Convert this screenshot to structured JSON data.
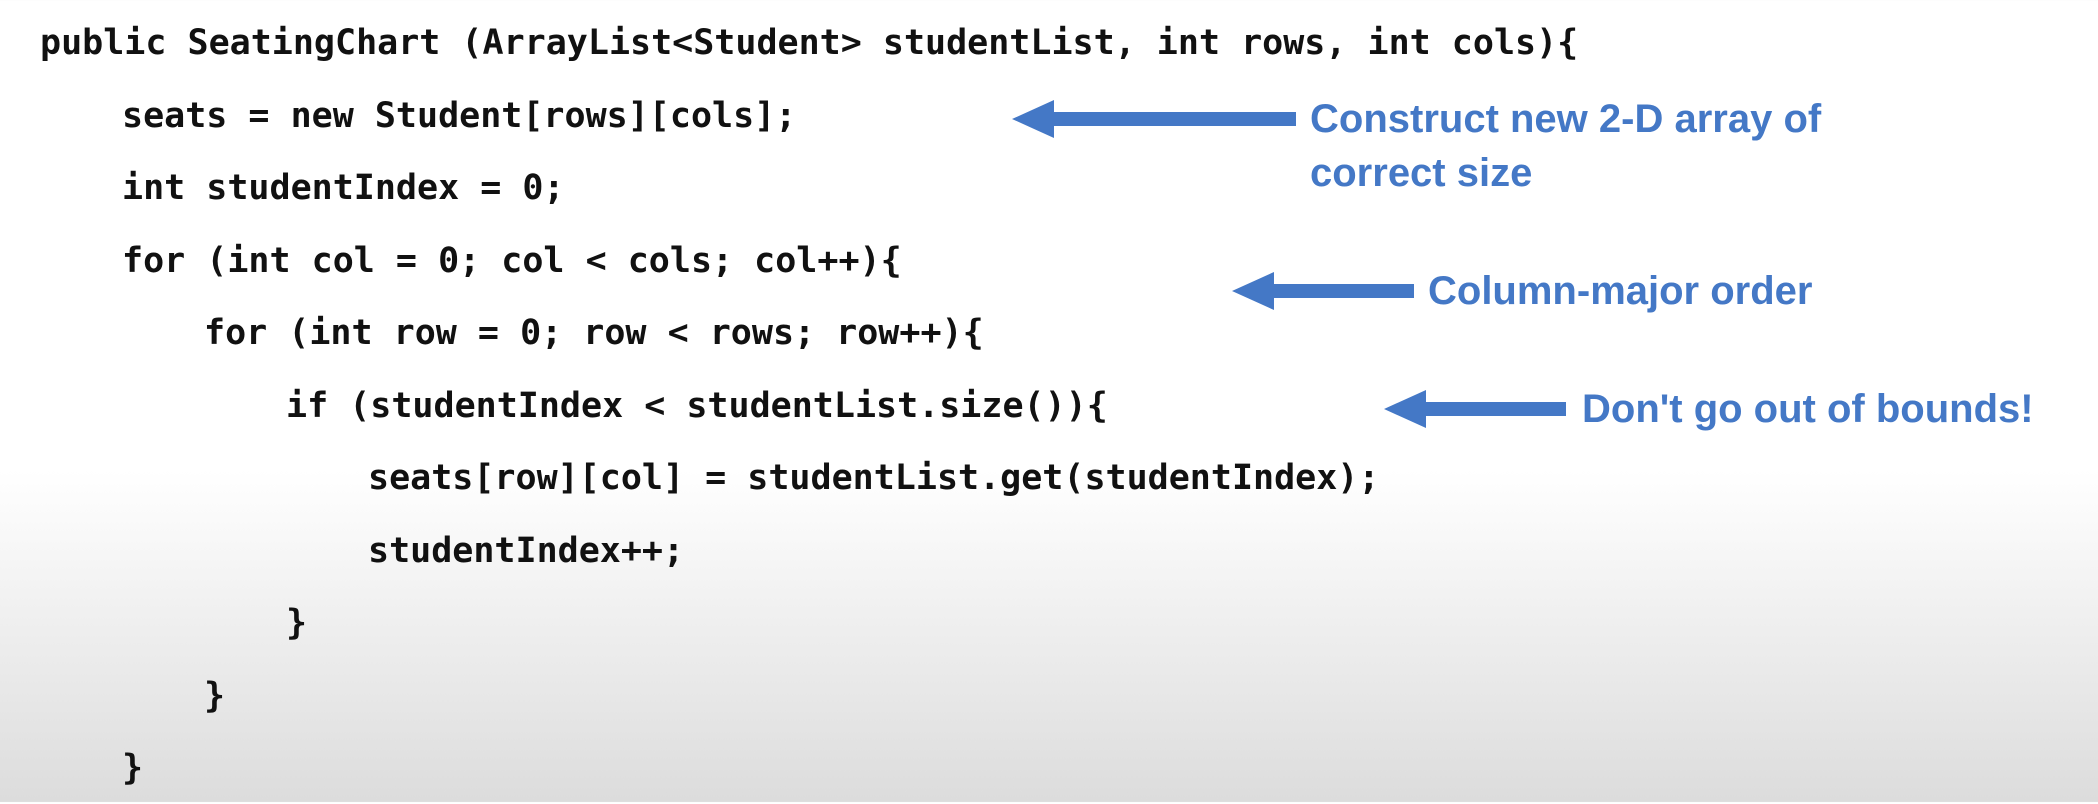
{
  "code": {
    "lines": [
      "public SeatingChart (ArrayList<Student> studentList, int rows, int cols){",
      "seats = new Student[rows][cols];",
      "int studentIndex = 0;",
      "for (int col = 0; col < cols; col++){",
      "for (int row = 0; row < rows; row++){",
      "if (studentIndex < studentList.size()){",
      "seats[row][col] = studentList.get(studentIndex);",
      "studentIndex++;",
      "}",
      "}",
      "}"
    ]
  },
  "annotations": {
    "array_size": {
      "line1": "Construct new 2-D array of",
      "line2": "correct size"
    },
    "column_major": "Column-major order",
    "bounds": "Don't go out of bounds!"
  },
  "colors": {
    "accent": "#4478c6",
    "code_text": "#111111"
  }
}
